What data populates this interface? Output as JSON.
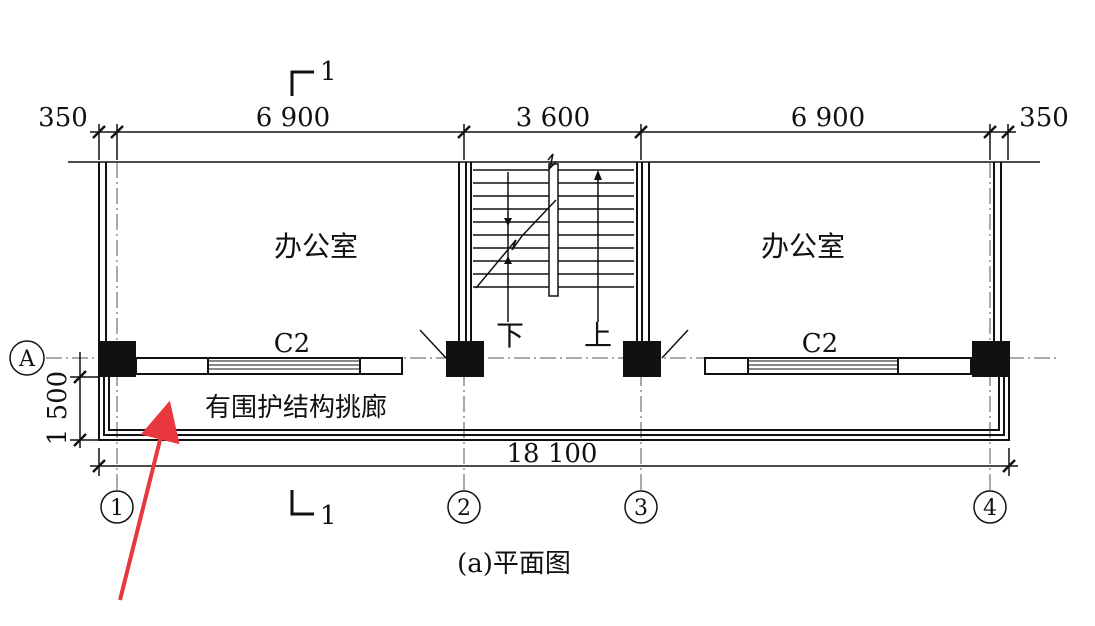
{
  "colors": {
    "ink": "#111111",
    "arrow": "#e8383d",
    "axis_line": "#555555"
  },
  "dimensions_top": [
    "350",
    "6 900",
    "3 600",
    "6 900",
    "350"
  ],
  "dimension_corridor": "1 500",
  "dimension_total": "18 100",
  "section_mark": "1",
  "room_left": "办公室",
  "room_right": "办公室",
  "window_left": "C2",
  "window_right": "C2",
  "stair_down": "下",
  "stair_up": "上",
  "corridor": "有围护结构挑廊",
  "axis_row": "A",
  "axis_cols": [
    "1",
    "2",
    "3",
    "4"
  ],
  "caption": "(a)平面图"
}
